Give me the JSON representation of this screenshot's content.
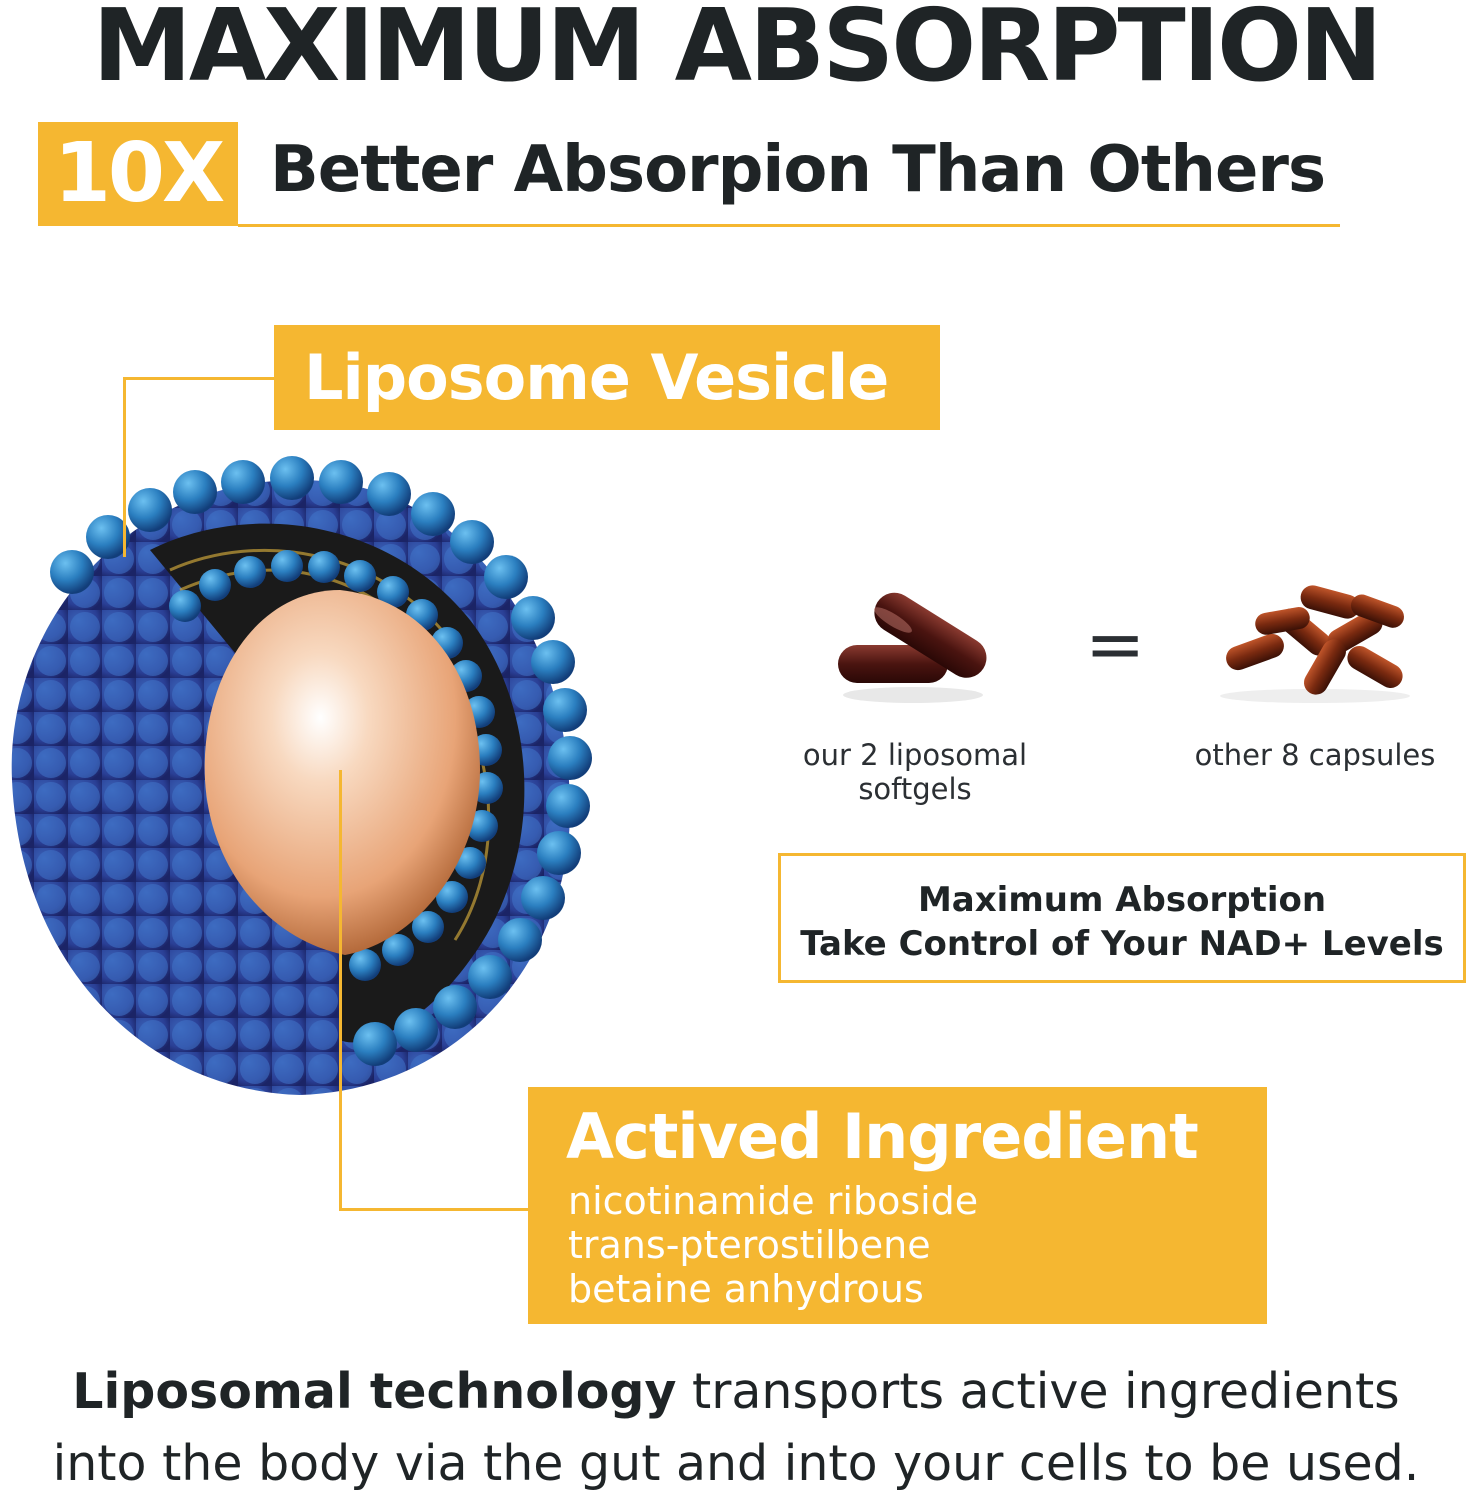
{
  "header": {
    "headline": "MAXIMUM ABSORPTION",
    "badge": "10X",
    "subheadline": "Better Absorpion Than Others"
  },
  "diagram": {
    "liposome_label": "Liposome Vesicle",
    "active_title": "Actived Ingredient",
    "ingredients": [
      "nicotinamide riboside",
      "trans-pterostilbene",
      "betaine anhydrous"
    ],
    "colors": {
      "accent": "#f5b731",
      "outer_sphere": "#2b7fc0",
      "core": "#e8a477"
    }
  },
  "comparison": {
    "ours_caption_line1": "our 2 liposomal",
    "ours_caption_line2": "softgels",
    "equals_sign": "=",
    "others_caption": "other 8 capsules"
  },
  "promo": {
    "line1": "Maximum Absorption",
    "line2": "Take Control of Your NAD+ Levels"
  },
  "footer": {
    "bold": "Liposomal technology",
    "line1_rest": " transports active ingredients",
    "line2": "into the body via the gut and into your cells to be used."
  }
}
